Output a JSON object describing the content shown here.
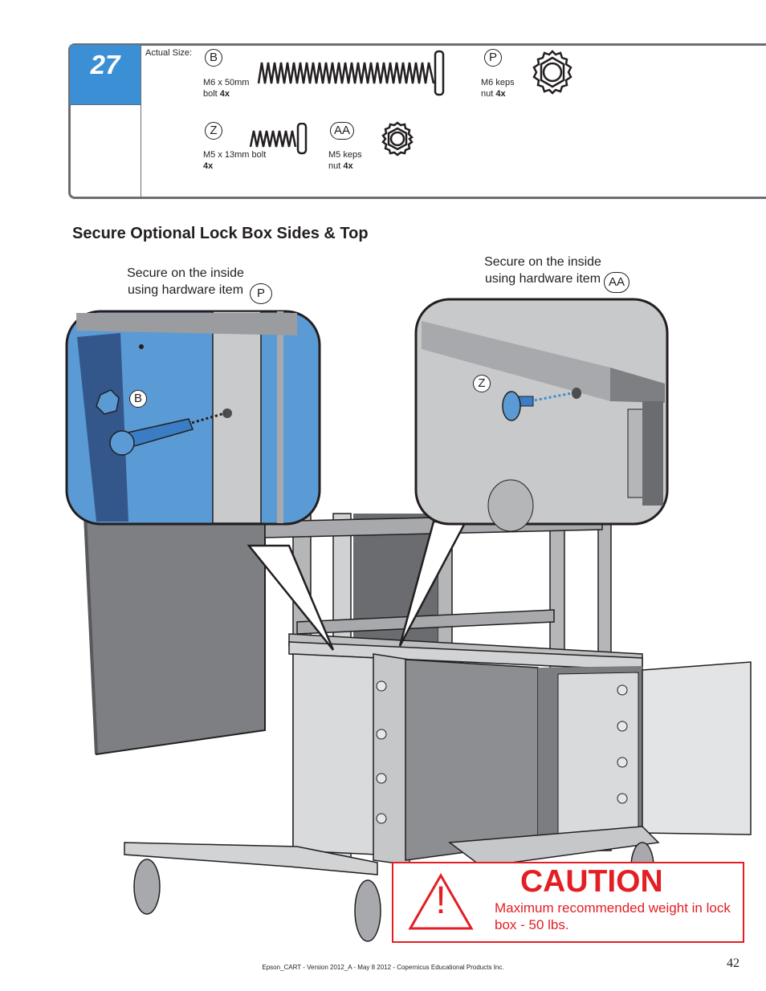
{
  "step": {
    "number": "27",
    "actual_size_label": "Actual Size:",
    "hardware": [
      {
        "letter": "B",
        "desc": "M6 x 50mm",
        "desc2": "bolt ",
        "qty": "4x"
      },
      {
        "letter": "P",
        "desc": "M6 keps",
        "desc2": "nut ",
        "qty": "4x"
      },
      {
        "letter": "Z",
        "desc": "M5 x 13mm bolt",
        "desc2": "",
        "qty": "4x"
      },
      {
        "letter": "AA",
        "desc": "M5 keps",
        "desc2": "nut ",
        "qty": "4x"
      }
    ]
  },
  "section_title": "Secure Optional Lock Box Sides & Top",
  "callouts": {
    "left": {
      "line1": "Secure on the inside",
      "line2": "using hardware item",
      "item": "P",
      "detail_label": "B"
    },
    "right": {
      "line1": "Secure on the inside",
      "line2": "using hardware item",
      "item": "AA",
      "detail_label": "Z"
    }
  },
  "caution": {
    "title": "CAUTION",
    "symbol": "!",
    "text": "Maximum recommended weight in lock box - 50 lbs."
  },
  "footer": "Epson_CART - Version 2012_A - May 8 2012 - Copernicus Educational Products Inc.",
  "page_number": "42",
  "colors": {
    "step_blue": "#3b8fd4",
    "panel_blue": "#5b9bd5",
    "caution_red": "#e31e24"
  }
}
